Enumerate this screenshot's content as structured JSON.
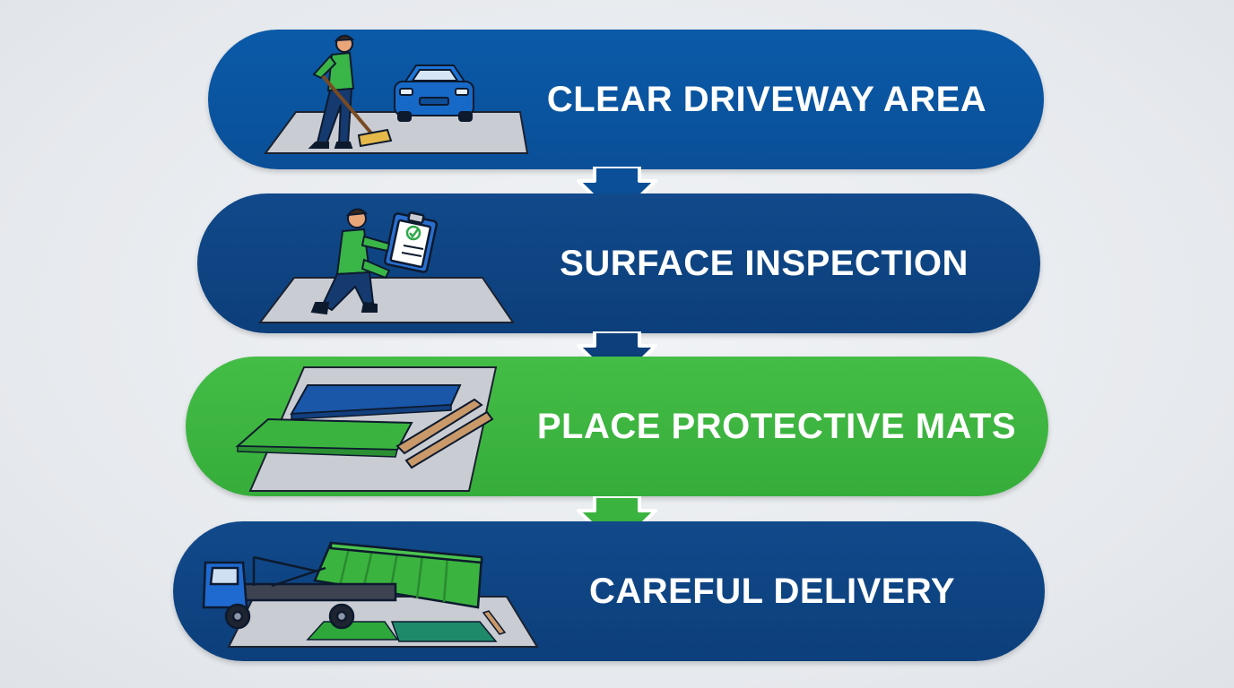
{
  "flow": {
    "steps": [
      {
        "label": "CLEAR DRIVEWAY AREA",
        "icon": "worker-sweeping-icon",
        "color": "#0a55a0"
      },
      {
        "label": "SURFACE INSPECTION",
        "icon": "worker-inspecting-clipboard-icon",
        "color": "#0d4584"
      },
      {
        "label": "PLACE PROTECTIVE MATS",
        "icon": "protective-mats-icon",
        "color": "#3bb33f"
      },
      {
        "label": "CAREFUL DELIVERY",
        "icon": "dumpster-truck-icon",
        "color": "#0d4584"
      }
    ]
  },
  "colors": {
    "accent_green": "#3bb33f",
    "navy": "#0d4584",
    "blue": "#0a55a0",
    "ground": "#c9ccd2"
  }
}
